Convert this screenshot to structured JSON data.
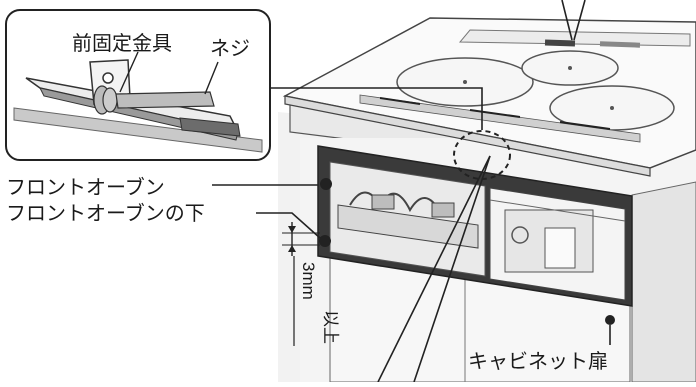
{
  "diagram": {
    "inset": {
      "label_front_bracket": "前固定金具",
      "label_screw": "ネジ"
    },
    "labels": {
      "front_oven": "フロントオーブン",
      "front_oven_bottom": "フロントオーブンの下",
      "gap_value": "3mm",
      "gap_qualifier": "以上",
      "cabinet_door": "キャビネット扉"
    }
  }
}
